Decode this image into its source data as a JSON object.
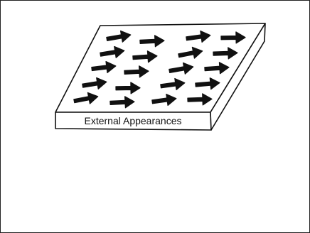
{
  "diagram": {
    "slab_label": "External Appearances",
    "arrow_icon": "right-arrow-icon",
    "arrow_rows": 5,
    "arrow_cols": 4,
    "colors": {
      "ink": "#111111",
      "background": "#ffffff"
    }
  }
}
